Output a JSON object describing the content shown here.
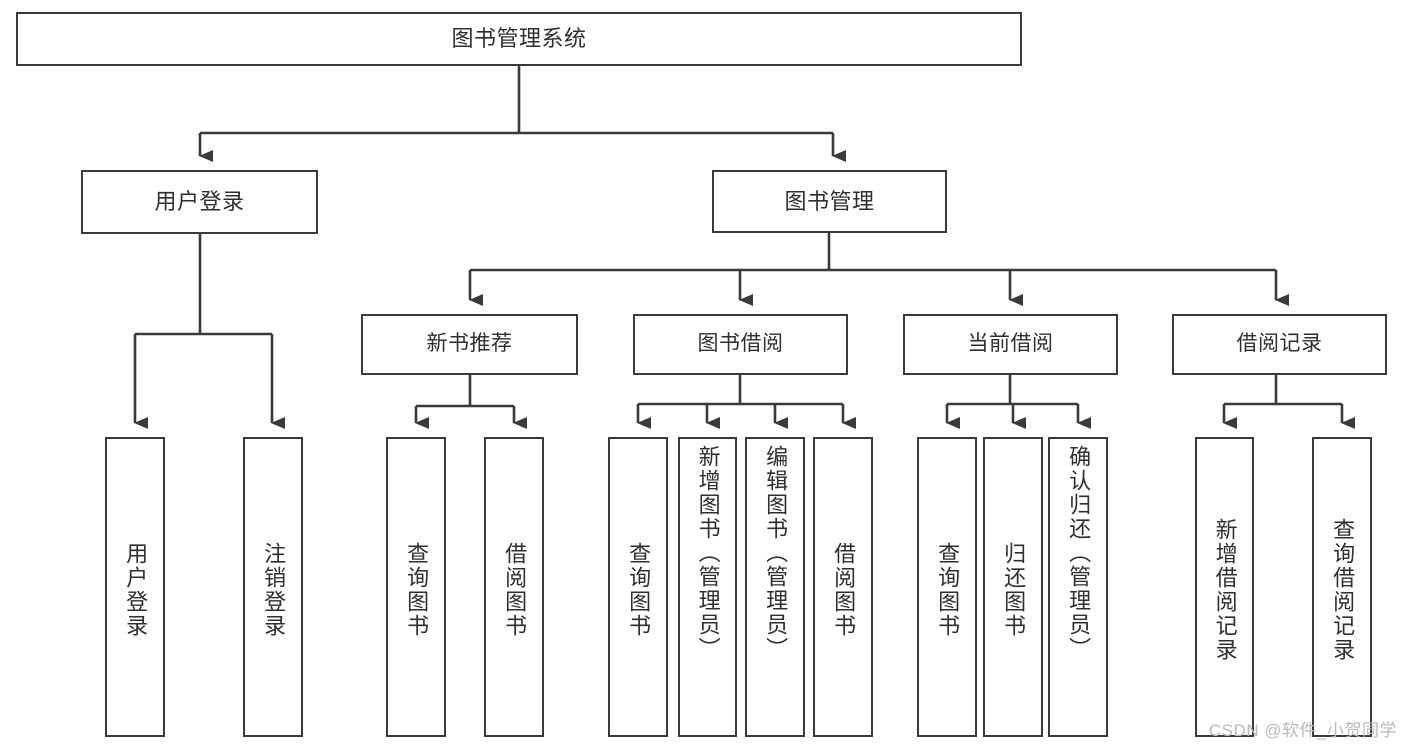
{
  "diagram": {
    "type": "tree-hierarchy-diagram",
    "title": "图书管理系统",
    "style": {
      "box_border_color": "#3a3a3a",
      "box_fill_color": "#ffffff",
      "text_color": "#2f2f2f",
      "connector_color": "#3a3a3a",
      "background": "#ffffff"
    },
    "nodes": {
      "root": {
        "label": "图书管理系统"
      },
      "level2": [
        {
          "id": "user-login",
          "label": "用户登录"
        },
        {
          "id": "book-management",
          "label": "图书管理"
        }
      ],
      "level3": [
        {
          "id": "new-book-recommend",
          "label": "新书推荐",
          "parent": "book-management"
        },
        {
          "id": "book-borrow",
          "label": "图书借阅",
          "parent": "book-management"
        },
        {
          "id": "current-borrow",
          "label": "当前借阅",
          "parent": "book-management"
        },
        {
          "id": "borrow-record",
          "label": "借阅记录",
          "parent": "book-management"
        }
      ],
      "leaves": [
        {
          "id": "leaf-user-login",
          "label": "用户登录",
          "parent": "user-login"
        },
        {
          "id": "leaf-logout-login",
          "label": "注销登录",
          "parent": "user-login"
        },
        {
          "id": "leaf-query-book-1",
          "label": "查询图书",
          "parent": "new-book-recommend"
        },
        {
          "id": "leaf-borrow-book-1",
          "label": "借阅图书",
          "parent": "new-book-recommend"
        },
        {
          "id": "leaf-query-book-2",
          "label": "查询图书",
          "parent": "book-borrow"
        },
        {
          "id": "leaf-add-book",
          "label": "新增图书（管理员）",
          "parent": "book-borrow"
        },
        {
          "id": "leaf-edit-book",
          "label": "编辑图书（管理员）",
          "parent": "book-borrow"
        },
        {
          "id": "leaf-borrow-book-2",
          "label": "借阅图书",
          "parent": "book-borrow"
        },
        {
          "id": "leaf-query-book-3",
          "label": "查询图书",
          "parent": "current-borrow"
        },
        {
          "id": "leaf-return-book",
          "label": "归还图书",
          "parent": "current-borrow"
        },
        {
          "id": "leaf-confirm-return",
          "label": "确认归还（管理员）",
          "parent": "current-borrow"
        },
        {
          "id": "leaf-add-record",
          "label": "新增借阅记录",
          "parent": "borrow-record"
        },
        {
          "id": "leaf-query-record",
          "label": "查询借阅记录",
          "parent": "borrow-record"
        }
      ]
    }
  },
  "watermark": {
    "text": "CSDN @软件_小贺同学"
  }
}
